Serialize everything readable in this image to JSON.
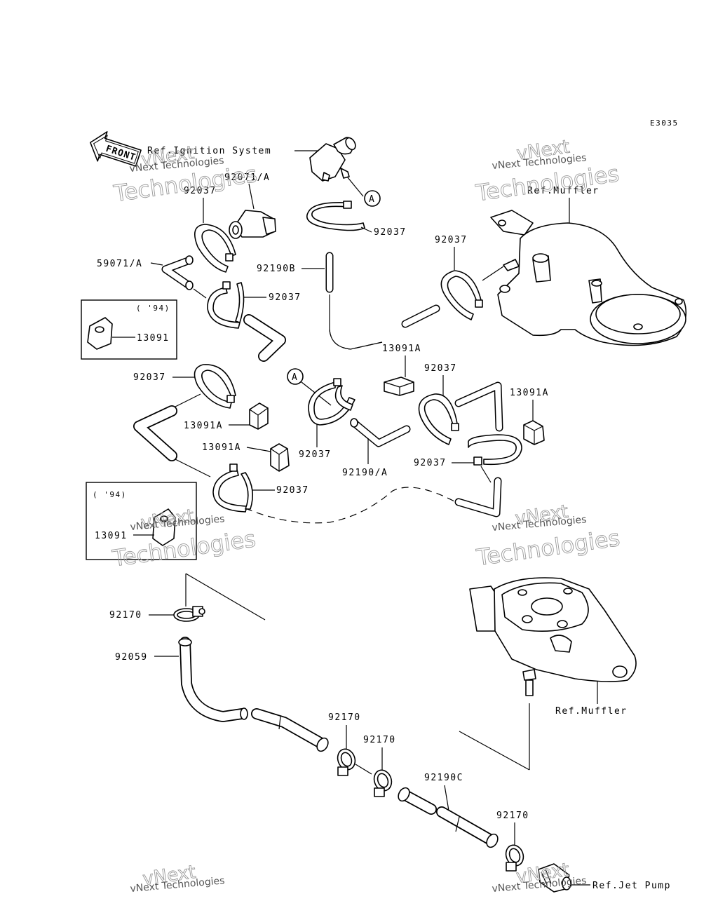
{
  "diagram_code": "E3035",
  "front_label": "FRONT",
  "refs": {
    "ignition": "Ref.Ignition System",
    "muffler_top": "Ref.Muffler",
    "muffler_bottom": "Ref.Muffler",
    "jet_pump": "Ref.Jet Pump"
  },
  "callouts": {
    "a1": "A",
    "a2": "A"
  },
  "boxes": {
    "box1_year": "( '94)",
    "box1_part": "13091",
    "box2_year": "( '94)",
    "box2_part": "13091"
  },
  "parts": {
    "p92071A": "92071/A",
    "p92037_1": "92037",
    "p92037_2": "92037",
    "p59071A": "59071/A",
    "p92037_3": "92037",
    "p92190B": "92190B",
    "p92037_4": "92037",
    "p13091A_1": "13091A",
    "p92037_5": "92037",
    "p92037_6": "92037",
    "p13091A_2": "13091A",
    "p13091A_3": "13091A",
    "p13091A_4": "13091A",
    "p92037_7": "92037",
    "p92190A": "92190/A",
    "p92037_8": "92037",
    "p92037_9": "92037",
    "p92170_1": "92170",
    "p92059": "92059",
    "p92170_2": "92170",
    "p92170_3": "92170",
    "p92190C": "92190C",
    "p92170_4": "92170"
  },
  "watermark": {
    "small": "vNext Technologies",
    "big1": "vNext",
    "big2": "Technologies"
  }
}
